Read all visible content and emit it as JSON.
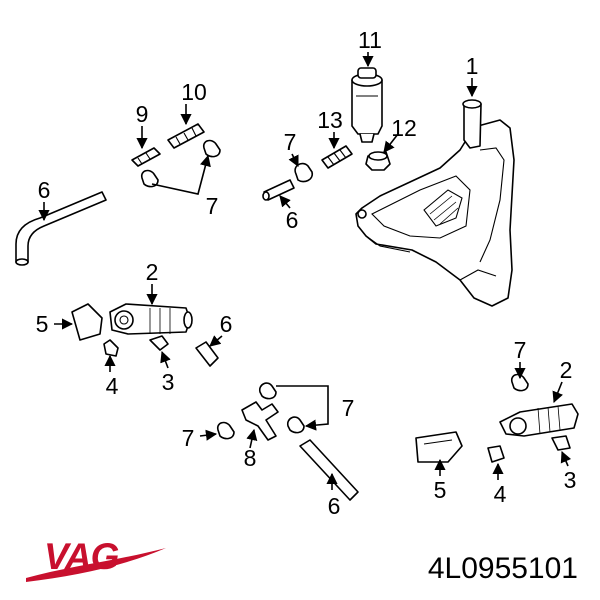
{
  "brand": {
    "name": "VAG",
    "color": "#c8102e"
  },
  "part_number": "4L0955101",
  "callouts": {
    "c1": "1",
    "c2a": "2",
    "c2b": "2",
    "c3a": "3",
    "c3b": "3",
    "c4a": "4",
    "c4b": "4",
    "c5a": "5",
    "c5b": "5",
    "c6a": "6",
    "c6b": "6",
    "c6c": "6",
    "c6d": "6",
    "c7a": "7",
    "c7b": "7",
    "c7c": "7",
    "c7d": "7",
    "c7e": "7",
    "c8": "8",
    "c9": "9",
    "c10": "10",
    "c11": "11",
    "c12": "12",
    "c13": "13"
  }
}
